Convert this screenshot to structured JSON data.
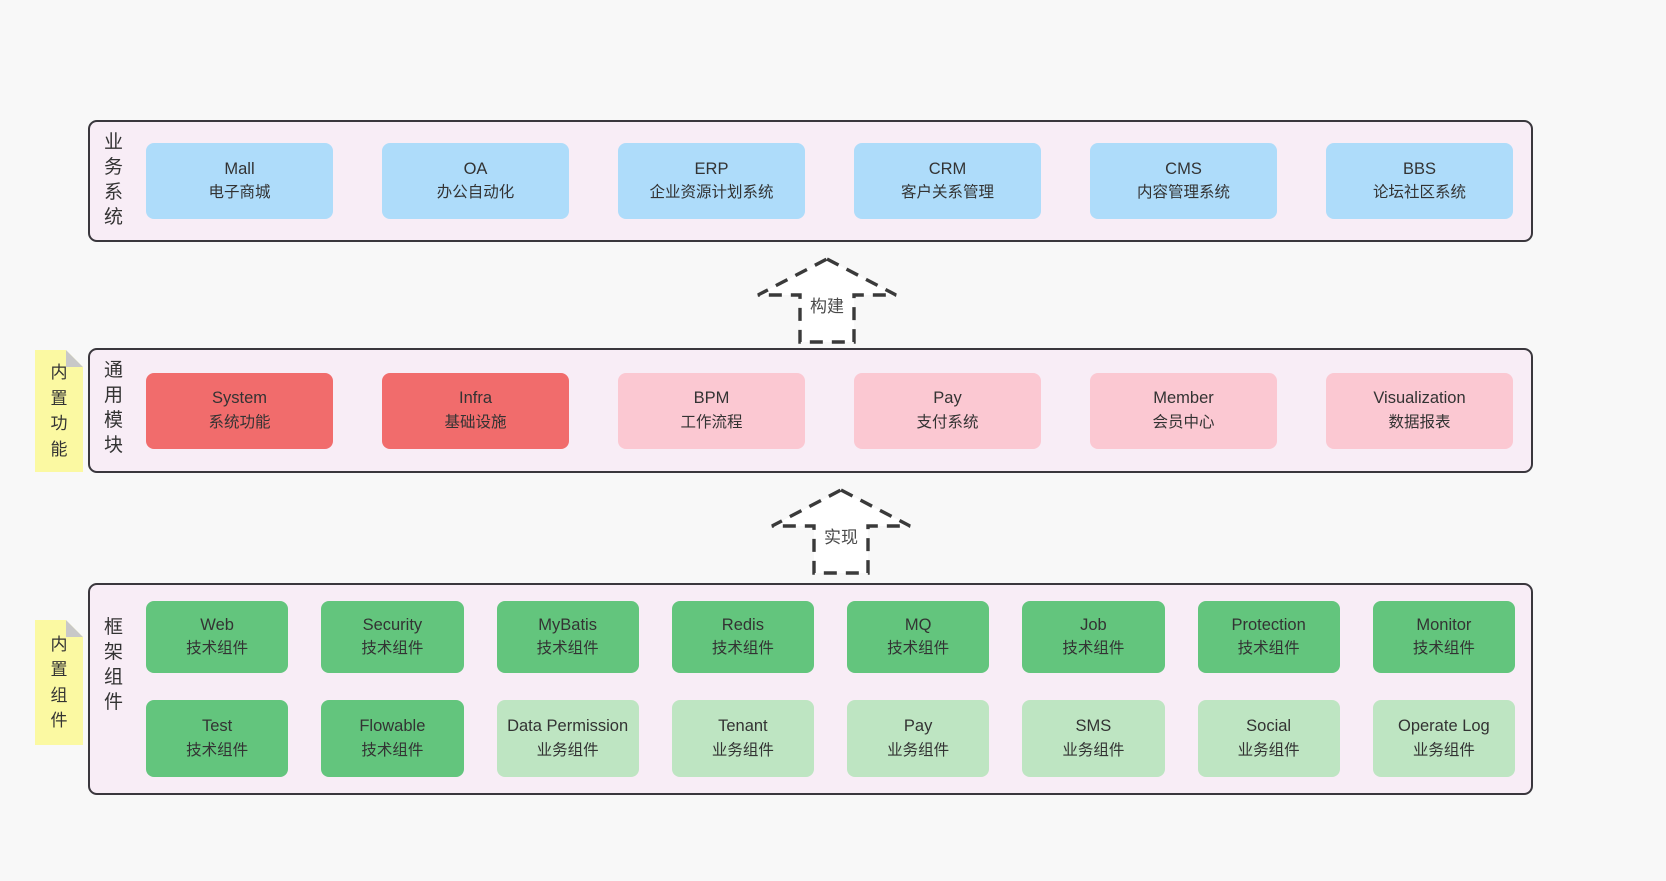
{
  "colors": {
    "page_bg": "#f8f8f8",
    "band_bg": "#f8edf6",
    "band_border": "#3a373d",
    "blue": "#aedcfa",
    "red": "#f16c6c",
    "pink": "#fbc8d2",
    "green": "#63c57d",
    "light_green": "#bee5c2",
    "yellow": "#fbf9a2",
    "fold_gray": "#c8c8c8",
    "text_dark": "#333333"
  },
  "arrows": {
    "build": "构建",
    "implement": "实现"
  },
  "bands": {
    "business": {
      "label": "业务系统",
      "boxes": [
        {
          "name": "Mall",
          "desc": "电子商城"
        },
        {
          "name": "OA",
          "desc": "办公自动化"
        },
        {
          "name": "ERP",
          "desc": "企业资源计划系统"
        },
        {
          "name": "CRM",
          "desc": "客户关系管理"
        },
        {
          "name": "CMS",
          "desc": "内容管理系统"
        },
        {
          "name": "BBS",
          "desc": "论坛社区系统"
        }
      ]
    },
    "modules": {
      "sticky": "内置功能",
      "label": "通用模块",
      "boxes": [
        {
          "name": "System",
          "desc": "系统功能"
        },
        {
          "name": "Infra",
          "desc": "基础设施"
        },
        {
          "name": "BPM",
          "desc": "工作流程"
        },
        {
          "name": "Pay",
          "desc": "支付系统"
        },
        {
          "name": "Member",
          "desc": "会员中心"
        },
        {
          "name": "Visualization",
          "desc": "数据报表"
        }
      ]
    },
    "framework": {
      "sticky": "内置组件",
      "label": "框架组件",
      "row1": [
        {
          "name": "Web",
          "desc": "技术组件"
        },
        {
          "name": "Security",
          "desc": "技术组件"
        },
        {
          "name": "MyBatis",
          "desc": "技术组件"
        },
        {
          "name": "Redis",
          "desc": "技术组件"
        },
        {
          "name": "MQ",
          "desc": "技术组件"
        },
        {
          "name": "Job",
          "desc": "技术组件"
        },
        {
          "name": "Protection",
          "desc": "技术组件"
        },
        {
          "name": "Monitor",
          "desc": "技术组件"
        }
      ],
      "row2": [
        {
          "name": "Test",
          "desc": "技术组件"
        },
        {
          "name": "Flowable",
          "desc": "技术组件"
        },
        {
          "name": "Data Permission",
          "desc": "业务组件"
        },
        {
          "name": "Tenant",
          "desc": "业务组件"
        },
        {
          "name": "Pay",
          "desc": "业务组件"
        },
        {
          "name": "SMS",
          "desc": "业务组件"
        },
        {
          "name": "Social",
          "desc": "业务组件"
        },
        {
          "name": "Operate Log",
          "desc": "业务组件"
        }
      ]
    }
  }
}
